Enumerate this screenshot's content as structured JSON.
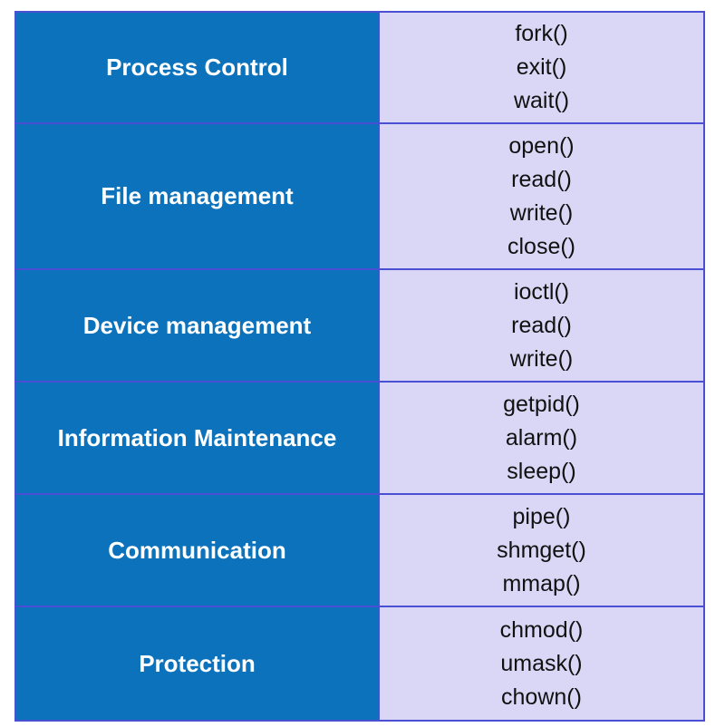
{
  "rows": [
    {
      "category": "Process Control",
      "calls": [
        "fork()",
        "exit()",
        "wait()"
      ]
    },
    {
      "category": "File management",
      "calls": [
        "open()",
        "read()",
        "write()",
        "close()"
      ]
    },
    {
      "category": "Device management",
      "calls": [
        "ioctl()",
        "read()",
        "write()"
      ]
    },
    {
      "category": "Information Maintenance",
      "calls": [
        "getpid()",
        "alarm()",
        "sleep()"
      ]
    },
    {
      "category": "Communication",
      "calls": [
        "pipe()",
        "shmget()",
        "mmap()"
      ]
    },
    {
      "category": "Protection",
      "calls": [
        "chmod()",
        "umask()",
        "chown()"
      ]
    }
  ],
  "colors": {
    "category_bg": "#0b72bb",
    "calls_bg": "#d9d7f5",
    "border": "#4a4fd4"
  }
}
